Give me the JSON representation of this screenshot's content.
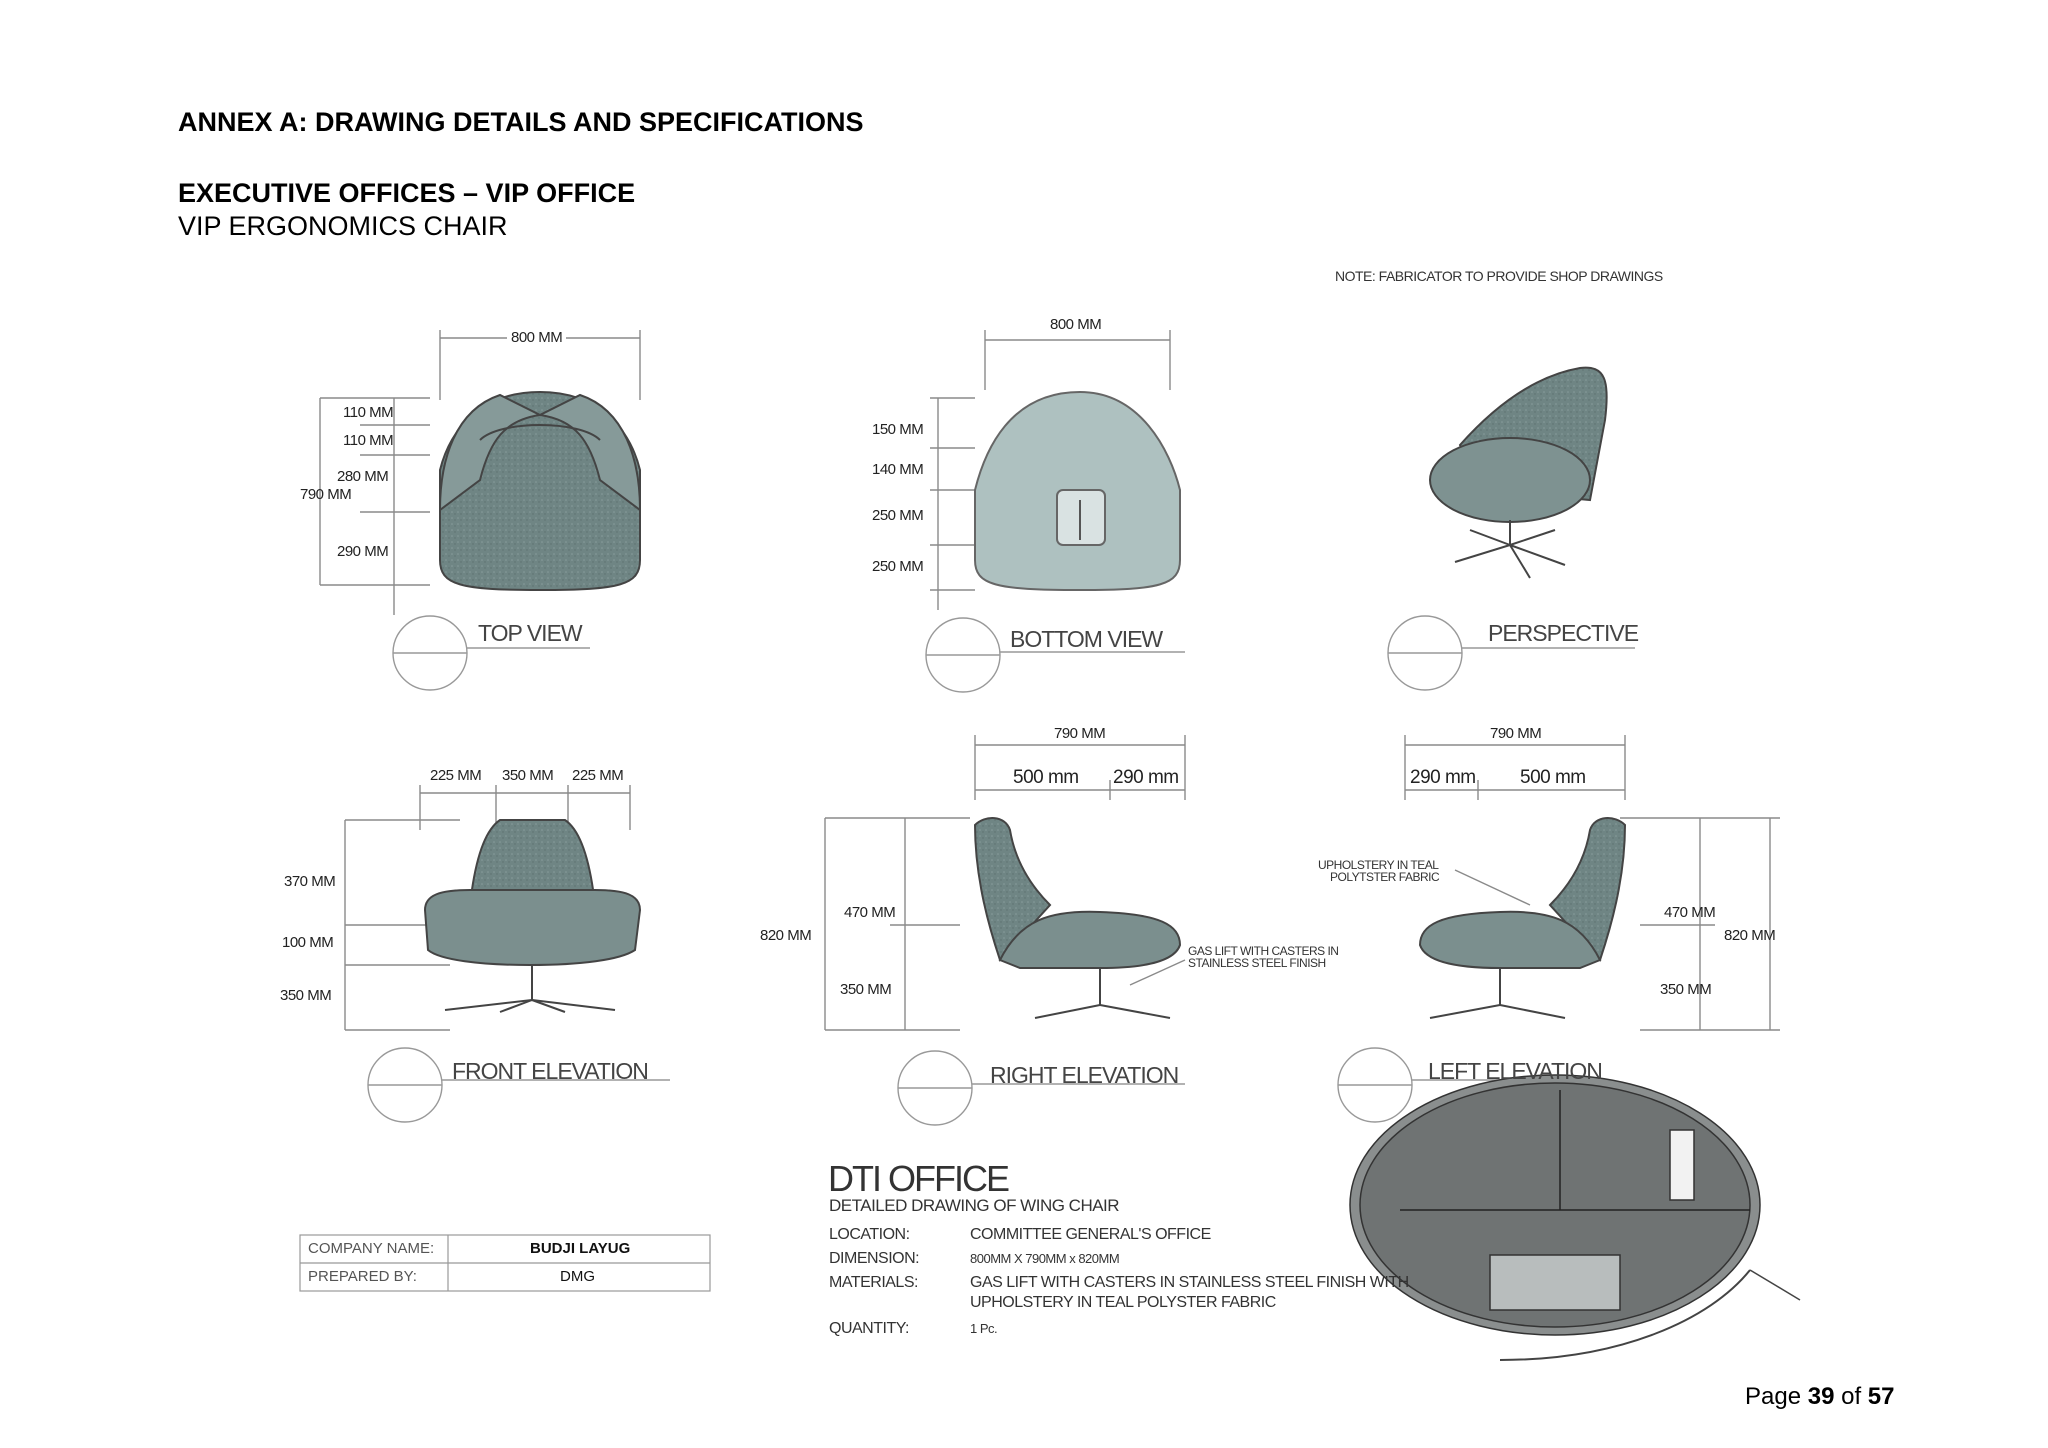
{
  "header": {
    "annex": "ANNEX A: DRAWING DETAILS AND SPECIFICATIONS",
    "section": "EXECUTIVE OFFICES – VIP OFFICE",
    "item": "VIP ERGONOMICS CHAIR"
  },
  "note": "NOTE: FABRICATOR TO PROVIDE SHOP DRAWINGS",
  "views": {
    "top": {
      "title": "TOP VIEW",
      "width": "800 MM",
      "total_depth": "790 MM",
      "d1": "110 MM",
      "d2": "110 MM",
      "d3": "280 MM",
      "d4": "290 MM"
    },
    "bottom": {
      "title": "BOTTOM VIEW",
      "width": "800 MM",
      "d1": "150 MM",
      "d2": "140 MM",
      "d3": "250 MM",
      "d4": "250 MM"
    },
    "perspective": {
      "title": "PERSPECTIVE"
    },
    "front": {
      "title": "FRONT ELEVATION",
      "w1": "225 MM",
      "w2": "350 MM",
      "w3": "225 MM",
      "h1": "370 MM",
      "h2": "100 MM",
      "h3": "350 MM"
    },
    "right": {
      "title": "RIGHT ELEVATION",
      "depth": "790 MM",
      "seat_depth": "500 mm",
      "back_depth": "290 mm",
      "height": "820 MM",
      "back_height": "470 MM",
      "seat_height": "350 MM",
      "callout_line1": "GAS LIFT WITH CASTERS IN",
      "callout_line2": "STAINLESS STEEL FINISH"
    },
    "left": {
      "title": "LEFT ELEVATION",
      "depth": "790 MM",
      "back_depth": "290 mm",
      "seat_depth": "500 mm",
      "height": "820 MM",
      "back_height": "470 MM",
      "seat_height": "350 MM",
      "callout_line1": "UPHOLSTERY IN TEAL",
      "callout_line2": "POLYTSTER FABRIC"
    }
  },
  "title_block": {
    "company_label": "COMPANY NAME:",
    "company_value": "BUDJI LAYUG",
    "prepared_label": "PREPARED BY:",
    "prepared_value": "DMG"
  },
  "spec": {
    "office": "DTI OFFICE",
    "subtitle": "DETAILED DRAWING OF WING CHAIR",
    "location_label": "LOCATION:",
    "location_value": "COMMITTEE GENERAL'S OFFICE",
    "dimension_label": "DIMENSION:",
    "dimension_value": "800MM X 790MM x 820MM",
    "materials_label": "MATERIALS:",
    "materials_line1": "GAS LIFT WITH CASTERS IN STAINLESS STEEL FINISH WITH",
    "materials_line2": "UPHOLSTERY IN TEAL POLYSTER FABRIC",
    "quantity_label": "QUANTITY:",
    "quantity_value": "1 Pc."
  },
  "page": {
    "prefix": "Page ",
    "current": "39",
    "middle": " of ",
    "total": "57"
  },
  "colors": {
    "upholstery": "#6f8584",
    "upholstery_light": "#a9bcbc",
    "line": "#777777"
  }
}
